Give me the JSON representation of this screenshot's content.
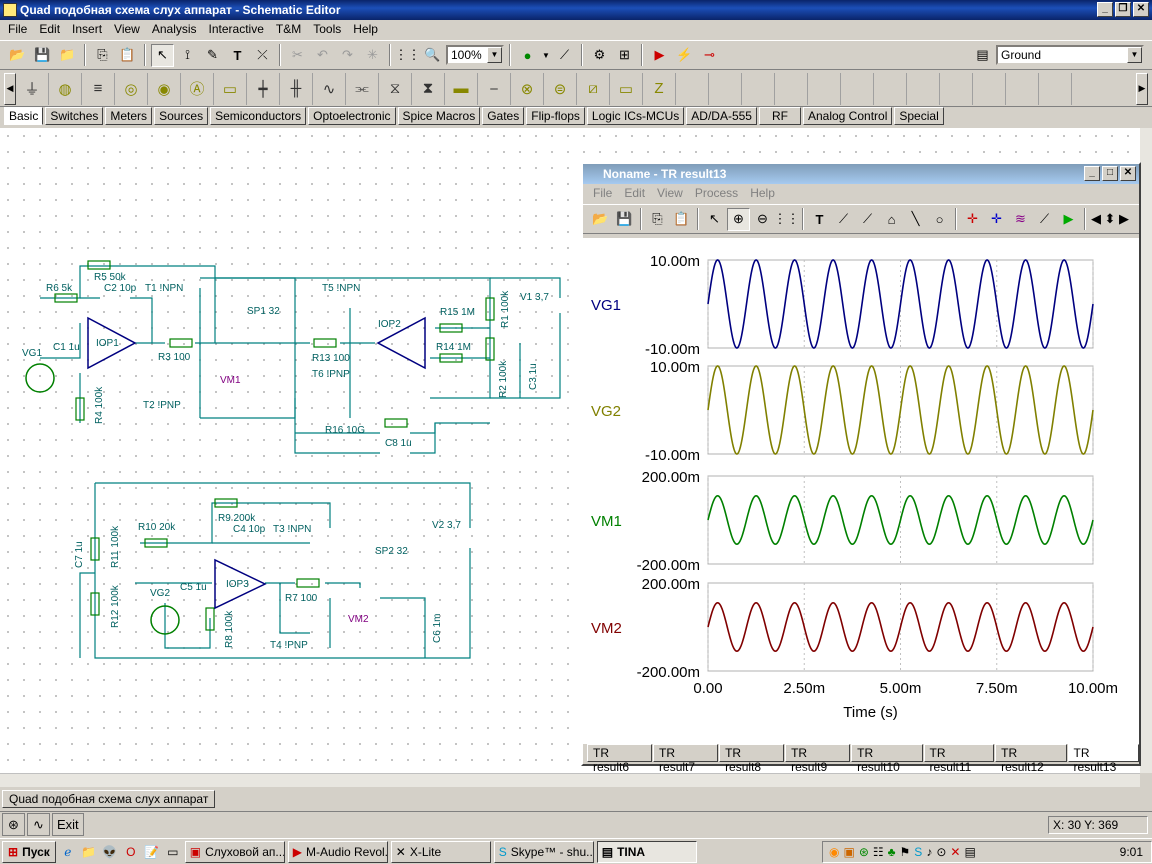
{
  "window": {
    "title": "Quad подобная схема слух аппарат - Schematic Editor"
  },
  "menu": [
    "File",
    "Edit",
    "Insert",
    "View",
    "Analysis",
    "Interactive",
    "T&M",
    "Tools",
    "Help"
  ],
  "toolbar": {
    "zoom": "100%",
    "node_select": "Ground"
  },
  "component_tabs": [
    "Basic",
    "Switches",
    "Meters",
    "Sources",
    "Semiconductors",
    "Optoelectronic",
    "Spice Macros",
    "Gates",
    "Flip-flops",
    "Logic ICs-MCUs",
    "AD/DA-555",
    "RF",
    "Analog Control",
    "Special"
  ],
  "active_component_tab": "Basic",
  "schematic": {
    "labels": [
      "R6 5k",
      "R5 50k",
      "C2 10p",
      "T1 !NPN",
      "SP1 32",
      "T5 !NPN",
      "V1 3,7",
      "IOP1",
      "R3 100",
      "C1 1u",
      "VG1",
      "R4 100k",
      "T2 !PNP",
      "VM1",
      "IOP2",
      "R15 1M",
      "R14 1M",
      "R1 100k",
      "R13 100",
      "T6 !PNP",
      "R2 100k",
      "C3 1u",
      "R16 10G",
      "C8 1u",
      "R9 200k",
      "C4 10p",
      "T3 !NPN",
      "V2 3,7",
      "C7 1u",
      "R11 100k",
      "R10 20k",
      "SP2 32",
      "IOP3",
      "VG2",
      "C5 1u",
      "R7 100",
      "R12 100k",
      "R8 100k",
      "VM2",
      "C6 1m",
      "T4 !PNP"
    ]
  },
  "result_window": {
    "title": "Noname - TR result13",
    "menu": [
      "File",
      "Edit",
      "View",
      "Process",
      "Help"
    ],
    "tabs": [
      "TR result6",
      "TR result7",
      "TR result8",
      "TR result9",
      "TR result10",
      "TR result11",
      "TR result12",
      "TR result13"
    ],
    "active_tab": "TR result13"
  },
  "chart_data": {
    "type": "line",
    "xlabel": "Time (s)",
    "x_ticks": [
      "0.00",
      "2.50m",
      "5.00m",
      "7.50m",
      "10.00m"
    ],
    "xlim": [
      0,
      0.01
    ],
    "frequency_hz": 1000,
    "series": [
      {
        "name": "VG1",
        "color": "#000080",
        "ylim": [
          -0.01,
          0.01
        ],
        "y_ticks": [
          "10.00m",
          "-10.00m"
        ],
        "amplitude": 0.01
      },
      {
        "name": "VG2",
        "color": "#808000",
        "ylim": [
          -0.01,
          0.01
        ],
        "y_ticks": [
          "10.00m",
          "-10.00m"
        ],
        "amplitude": 0.01
      },
      {
        "name": "VM1",
        "color": "#008000",
        "ylim": [
          -0.2,
          0.2
        ],
        "y_ticks": [
          "200.00m",
          "-200.00m"
        ],
        "amplitude": 0.11
      },
      {
        "name": "VM2",
        "color": "#800000",
        "ylim": [
          -0.2,
          0.2
        ],
        "y_ticks": [
          "200.00m",
          "-200.00m"
        ],
        "amplitude": 0.11
      }
    ]
  },
  "document_tab": "Quad подобная схема слух аппарат",
  "bottom": {
    "exit_label": "Exit",
    "coords": "X: 30 Y: 369"
  },
  "taskbar": {
    "start": "Пуск",
    "tasks": [
      "Слуховой ап...",
      "M-Audio Revol...",
      "X-Lite",
      "Skype™ - shu...",
      "TINA"
    ],
    "active_task": "TINA",
    "clock": "9:01"
  }
}
